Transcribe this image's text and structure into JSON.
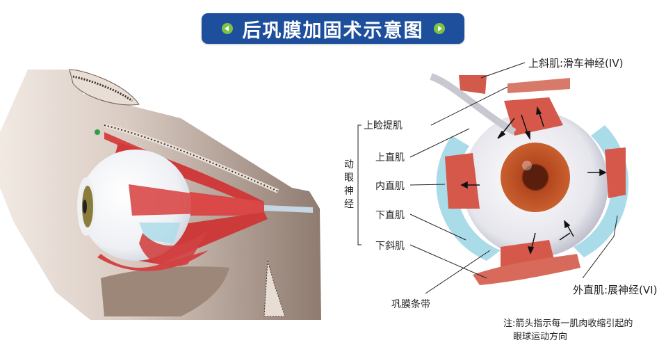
{
  "title": {
    "text": "后巩膜加固术示意图",
    "background_color": "#1d4f9c",
    "left_icon": "green-left-arrow-icon",
    "right_icon": "green-right-arrow-icon"
  },
  "left_figure": {
    "description": "Lateral view of eyeball in orbit showing extraocular muscles"
  },
  "right_figure": {
    "labels": {
      "superior_oblique": "上斜肌:滑车神经(IV)",
      "levator": "上睑提肌",
      "superior_rectus": "上直肌",
      "medial_rectus": "内直肌",
      "inferior_rectus": "下直肌",
      "inferior_oblique": "下斜肌",
      "scleral_band": "巩膜条带",
      "lateral_rectus": "外直肌:展神经(VI)",
      "oculomotor_group": "动眼神经"
    },
    "note_line1": "注:箭头指示每一肌肉收缩引起的",
    "note_line2": "眼球运动方向"
  }
}
